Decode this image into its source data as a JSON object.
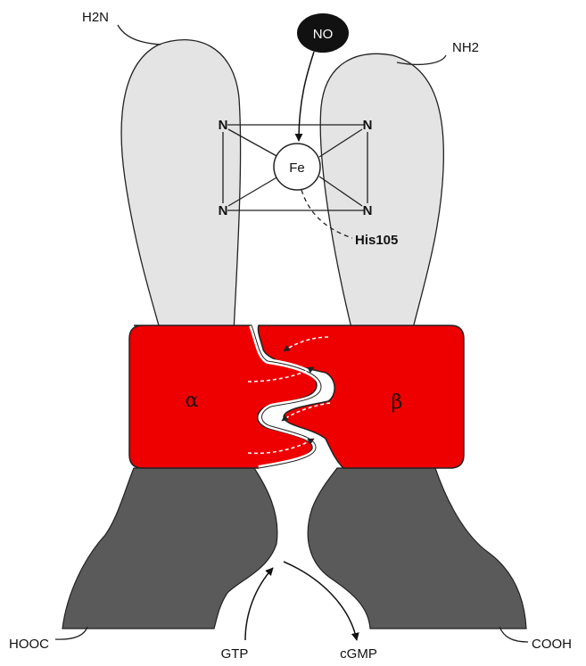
{
  "labels": {
    "h2n": "H2N",
    "nh2": "NH2",
    "no": "NO",
    "fe": "Fe",
    "n_top_left": "N",
    "n_top_right": "N",
    "n_bottom_left": "N",
    "n_bottom_right": "N",
    "his": "His105",
    "alpha": "α",
    "beta": "β",
    "hooc": "HOOC",
    "cooh": "COOH",
    "gtp": "GTP",
    "cgmp": "cGMP"
  },
  "colors": {
    "heme_domain": "#e4e4e4",
    "dimerization_domain": "#ee0000",
    "catalytic_domain": "#5a5a5a",
    "no_ball": "#111111",
    "outline": "#222222"
  }
}
